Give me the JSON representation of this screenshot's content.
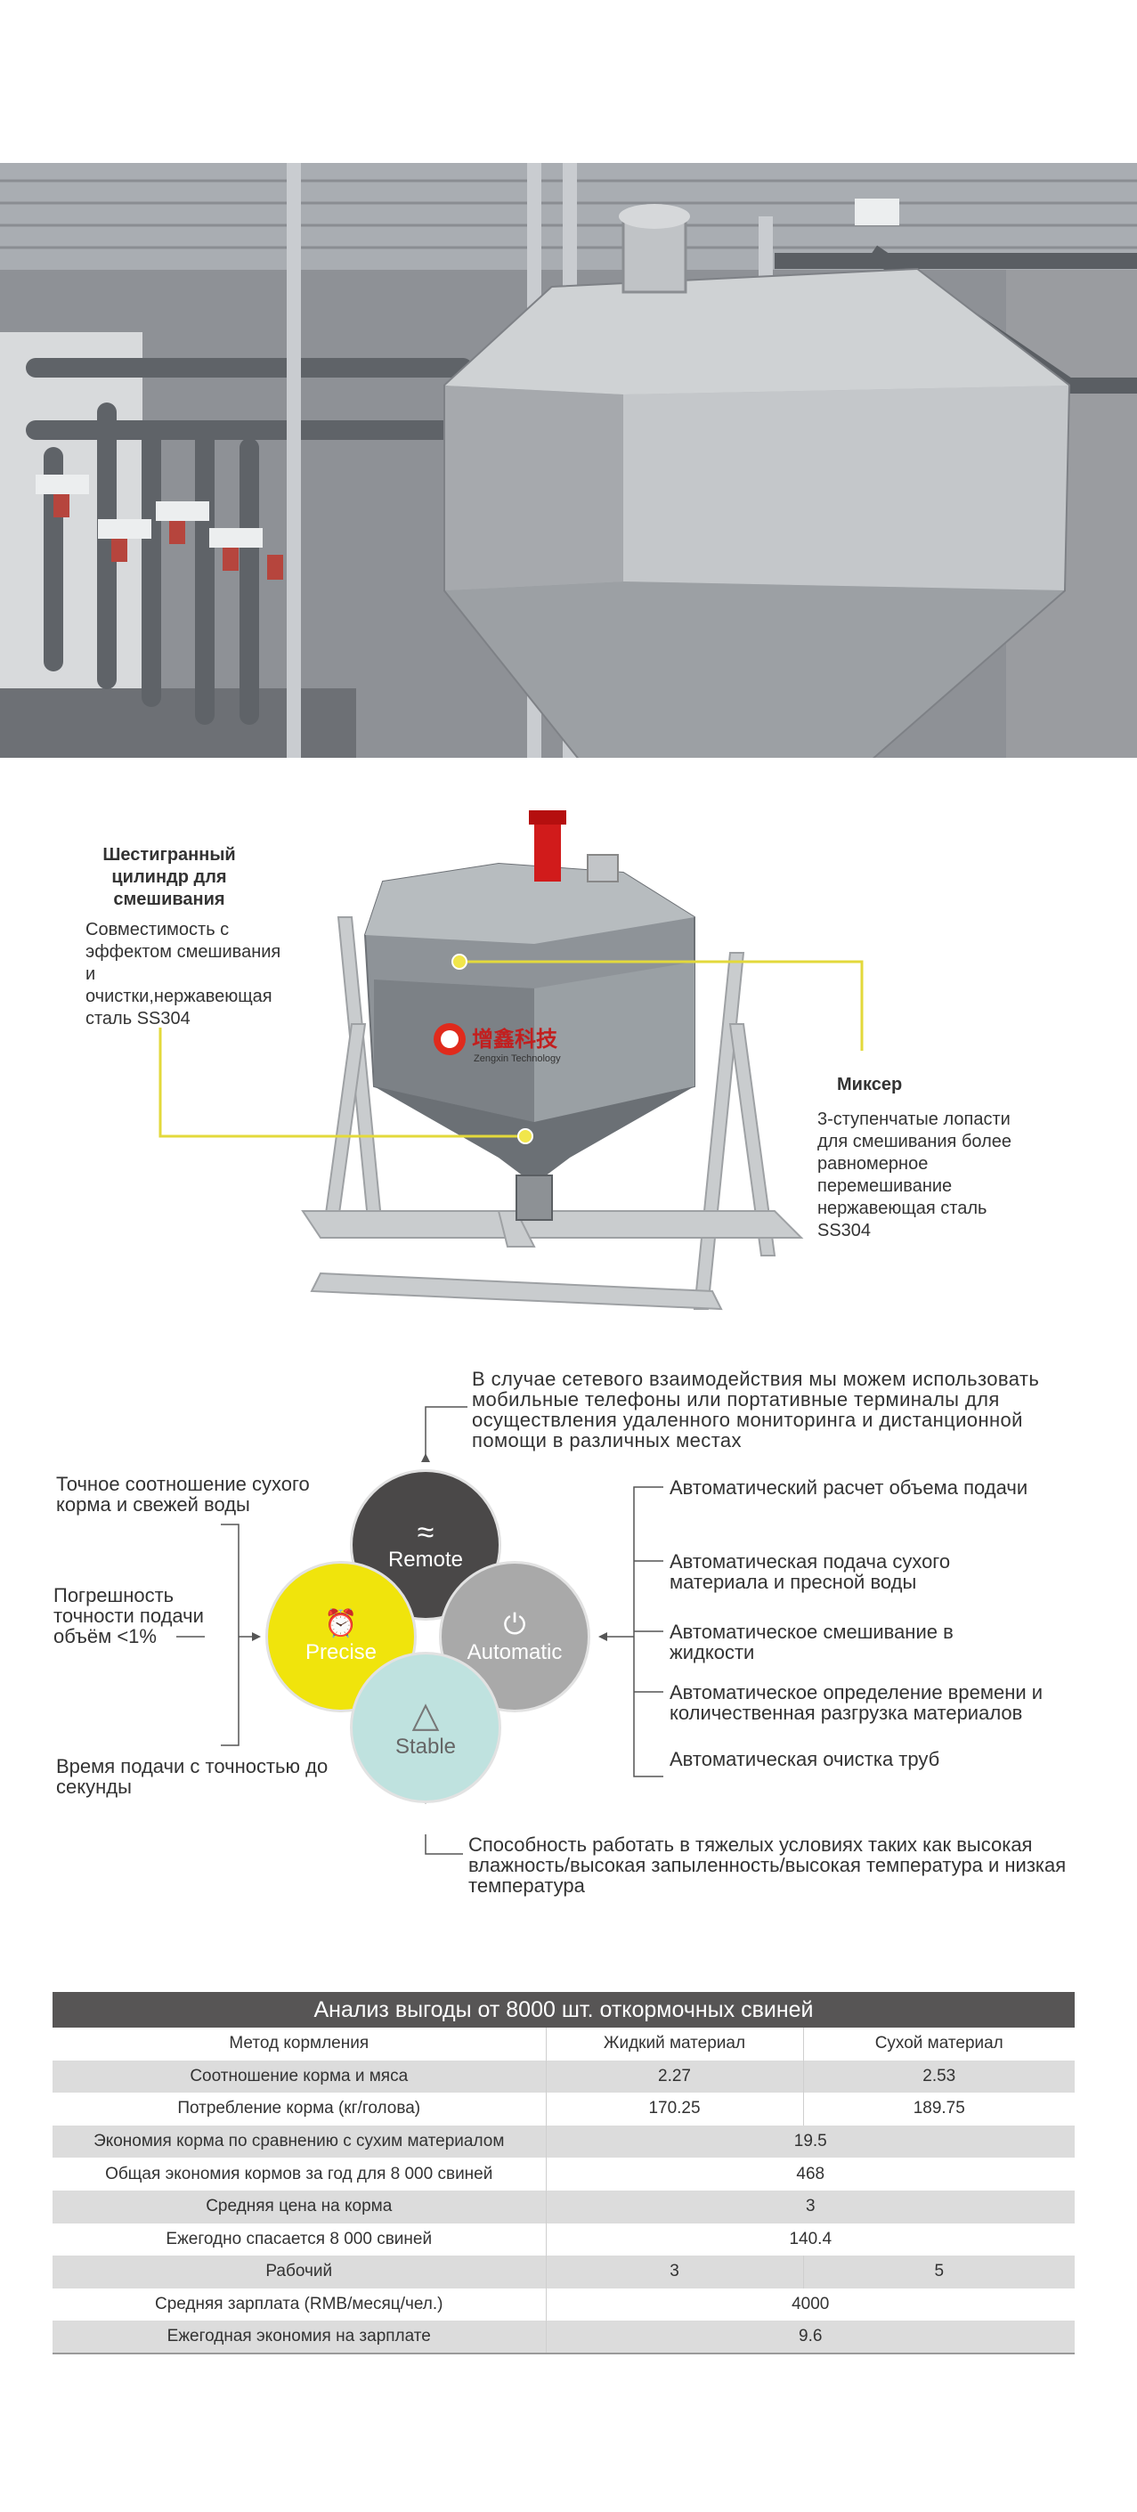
{
  "mixer": {
    "left_title": "Шестигранный цилиндр для смешивания",
    "left_desc": "Совместимость с эффектом смешивания и очистки,нержавеющая сталь SS304",
    "right_title": "Миксер",
    "right_desc": "3-ступенчатые лопасти для смешивания более равномерное перемешивание нержавеющая сталь SS304",
    "brand_cn": "增鑫科技",
    "brand_en": "Zengxin Technology"
  },
  "features": {
    "top_note": "В случае сетевого взаимодействия мы можем использовать мобильные телефоны или портативные терминалы для осуществления удаленного мониторинга и дистанционной помощи в различных местах",
    "bottom_note": "Способность работать в тяжелых условиях таких как высокая влажность/высокая запыленность/высокая температура и низкая температура",
    "left": [
      "Точное соотношение сухого корма и свежей воды",
      "Погрешность точности подачи объём <1%",
      "Время подачи с точностью до секунды"
    ],
    "right": [
      "Автоматический расчет объема подачи",
      "Автоматическая подача сухого материала и пресной воды",
      "Автоматическое смешивание в жидкости",
      "Автоматическое определение времени и количественная разгрузка материалов",
      "Автоматическая очистка труб"
    ],
    "circles": {
      "remote": "Remote",
      "precise": "Precise",
      "automatic": "Automatic",
      "stable": "Stable"
    },
    "colors": {
      "remote": "#4a4848",
      "precise": "#f0e40c",
      "automatic": "#a9a9a9",
      "stable": "#bfe2df"
    }
  },
  "table": {
    "title": "Анализ выгоды от 8000 шт. откормочных свиней",
    "header": [
      "Метод кормления",
      "Жидкий материал",
      "Сухой материал"
    ],
    "rows": [
      [
        "Соотношение корма и мяса",
        "2.27",
        "2.53"
      ],
      [
        "Потребление корма (кг/голова)",
        "170.25",
        "189.75"
      ],
      [
        "Экономия корма по сравнению с сухим материалом",
        "19.5"
      ],
      [
        "Общая экономия кормов за год для 8 000 свиней",
        "468"
      ],
      [
        "Средняя цена на корма",
        "3"
      ],
      [
        "Ежегодно спасается 8 000 свиней",
        "140.4"
      ],
      [
        "Рабочий",
        "3",
        "5"
      ],
      [
        "Средняя зарплата (RMB/месяц/чел.)",
        "4000"
      ],
      [
        "Ежегодная экономия на зарплате",
        "9.6"
      ]
    ]
  }
}
